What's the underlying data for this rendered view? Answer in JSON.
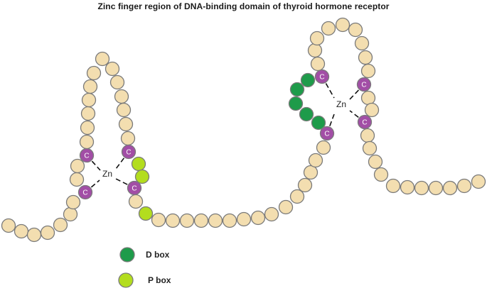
{
  "title": "Zinc finger region of DNA-binding domain of thyroid hormone receptor",
  "zinc_label": "Zn",
  "cysteine_label": "C",
  "legend": [
    {
      "label": "D box",
      "color": "#1e9b4a"
    },
    {
      "label": "P box",
      "color": "#b3dd1e"
    }
  ],
  "colors": {
    "residue": "#f3deb0",
    "cysteine": "#a24ea6",
    "d_box": "#1e9b4a",
    "p_box": "#b3dd1e"
  }
}
